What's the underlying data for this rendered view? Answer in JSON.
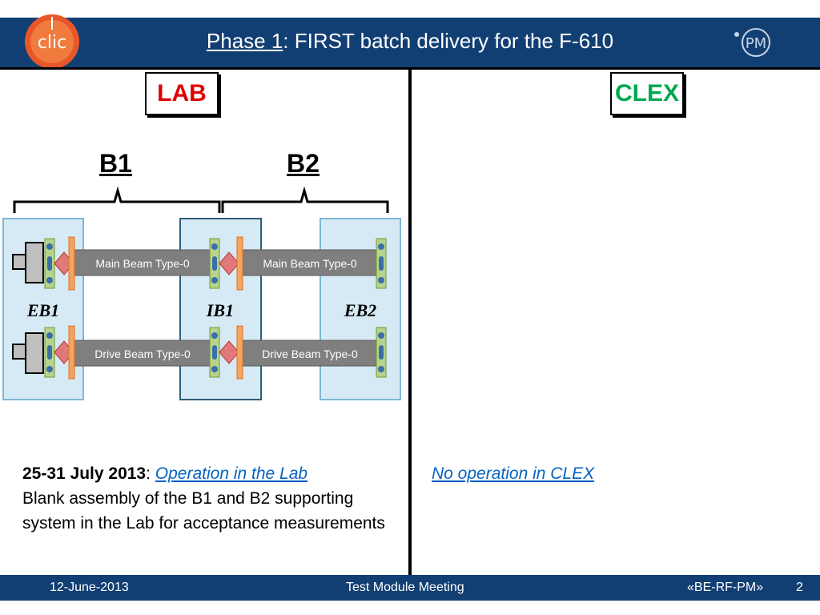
{
  "header": {
    "title_prefix": "Phase 1",
    "title_rest": ": FIRST batch delivery for the F-610",
    "logo_left": "clic-logo",
    "logo_right": "pm-logo"
  },
  "labels": {
    "lab": "LAB",
    "clex": "CLEX",
    "b1": "B1",
    "b2": "B2"
  },
  "diagram": {
    "modules": [
      "EB1",
      "IB1",
      "EB2"
    ],
    "beams": [
      {
        "label": "Main Beam Type-0"
      },
      {
        "label": "Main Beam Type-0"
      },
      {
        "label": "Drive Beam Type-0"
      },
      {
        "label": "Drive Beam Type-0"
      }
    ]
  },
  "left_text": {
    "date": "25-31 July 2013",
    "colon": ": ",
    "link": "Operation in the Lab",
    "body": "Blank assembly of the B1 and B2 supporting system in the Lab for acceptance measurements"
  },
  "right_text": {
    "link": "No operation in CLEX"
  },
  "footer": {
    "date": "12-June-2013",
    "meeting": "Test Module Meeting",
    "org": "«BE-RF-PM»",
    "page": "2"
  },
  "colors": {
    "header_bg": "#123f73",
    "lab": "#e00000",
    "clex": "#00a84f",
    "link": "#0563c1"
  }
}
